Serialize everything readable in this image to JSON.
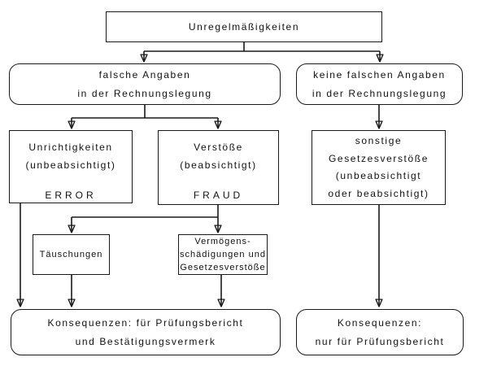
{
  "colors": {
    "border": "#1a1a1a",
    "background": "#ffffff",
    "text": "#111111"
  },
  "nodes": {
    "root": {
      "label": "Unregelmäßigkeiten"
    },
    "false_statements": {
      "lines": [
        "falsche Angaben",
        "in der Rechnungslegung"
      ]
    },
    "no_false_statements": {
      "lines": [
        "keine falschen Angaben",
        "in der Rechnungslegung"
      ]
    },
    "error": {
      "lines": [
        "Unrichtigkeiten",
        "(unbeabsichtigt)"
      ],
      "tag": "ERROR"
    },
    "fraud": {
      "lines": [
        "Verstöße",
        "(beabsichtigt)"
      ],
      "tag": "FRAUD"
    },
    "other_violations": {
      "lines": [
        "sonstige",
        "Gesetzesverstöße",
        "(unbeabsichtigt",
        "oder beabsichtigt)"
      ]
    },
    "deceptions": {
      "label": "Täuschungen"
    },
    "asset_damages": {
      "lines": [
        "Vermögens-",
        "schädigungen und",
        "Gesetzesverstöße"
      ]
    },
    "consequences_left": {
      "lines": [
        "Konsequenzen: für Prüfungsbericht",
        "und Bestätigungsvermerk"
      ]
    },
    "consequences_right": {
      "lines": [
        "Konsequenzen:",
        "nur für Prüfungsbericht"
      ]
    }
  }
}
